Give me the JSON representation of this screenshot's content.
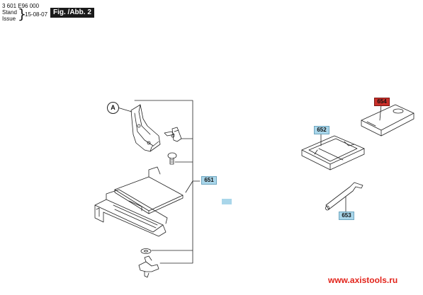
{
  "header": {
    "part_number": "3 601 E96 000",
    "stand_label": "Stand",
    "issue_label": "Issue",
    "date": "15-08-07",
    "figure_label": "Fig. /Abb. 2"
  },
  "callout": {
    "letter": "A"
  },
  "parts": [
    {
      "number": "651",
      "highlight": "blue"
    },
    {
      "number": "652",
      "highlight": "blue"
    },
    {
      "number": "653",
      "highlight": "blue"
    },
    {
      "number": "654",
      "highlight": "red"
    }
  ],
  "colors": {
    "blue_label": "#a9d6ea",
    "red_label": "#c9302a",
    "line": "#222222",
    "watermark": "#e2231a"
  },
  "watermark": "www.axistools.ru"
}
